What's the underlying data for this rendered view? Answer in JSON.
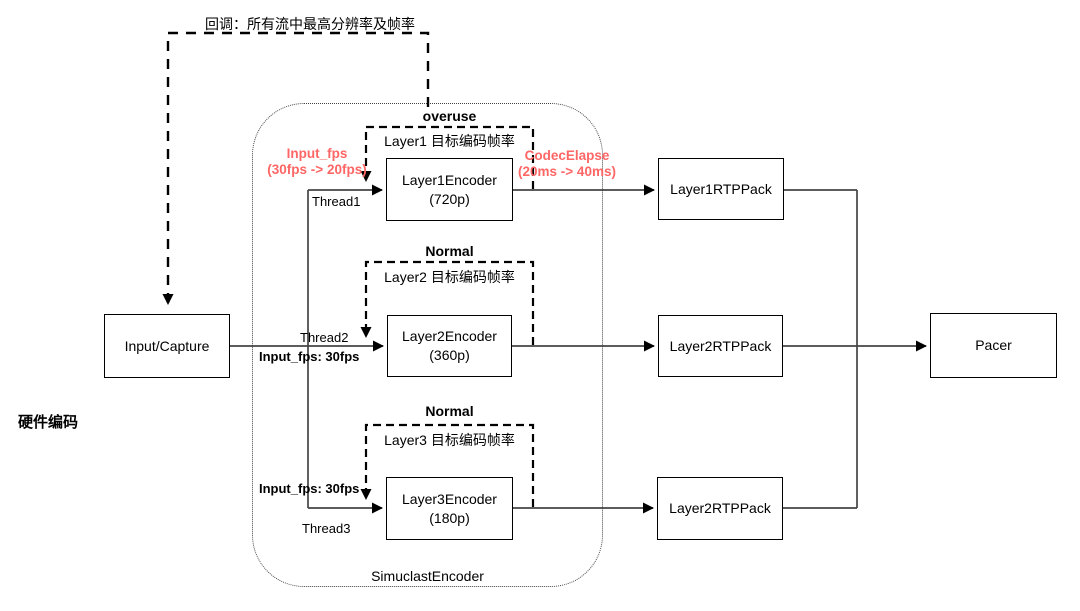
{
  "colors": {
    "annotation_red": "#FF6666",
    "line": "#444444",
    "box_border": "#000000",
    "background": "#ffffff"
  },
  "callback": {
    "label": "回调：所有流中最高分辨率及帧率"
  },
  "hardware": {
    "label": "硬件编码"
  },
  "simulcast": {
    "label": "SimuclastEncoder"
  },
  "input_capture": {
    "label": "Input/Capture"
  },
  "pacer": {
    "label": "Pacer"
  },
  "rows": [
    {
      "status": "overuse",
      "target": "Layer1 目标编码帧率",
      "thread": "Thread1",
      "encoder_name": "Layer1Encoder",
      "encoder_res": "(720p)",
      "rtp": "Layer1RTPPack"
    },
    {
      "status": "Normal",
      "target": "Layer2 目标编码帧率",
      "thread": "Thread2",
      "encoder_name": "Layer2Encoder",
      "encoder_res": "(360p)",
      "rtp": "Layer2RTPPack",
      "input_fps": "Input_fps: 30fps"
    },
    {
      "status": "Normal",
      "target": "Layer3 目标编码帧率",
      "thread": "Thread3",
      "encoder_name": "Layer3Encoder",
      "encoder_res": "(180p)",
      "rtp": "Layer2RTPPack",
      "input_fps": "Input_fps: 30fps"
    }
  ],
  "annotations": {
    "input_fps_change": {
      "line1": "Input_fps",
      "line2": "(30fps -> 20fps)"
    },
    "codec_elapse": {
      "line1": "CodecElapse",
      "line2": "(20ms -> 40ms)"
    }
  }
}
